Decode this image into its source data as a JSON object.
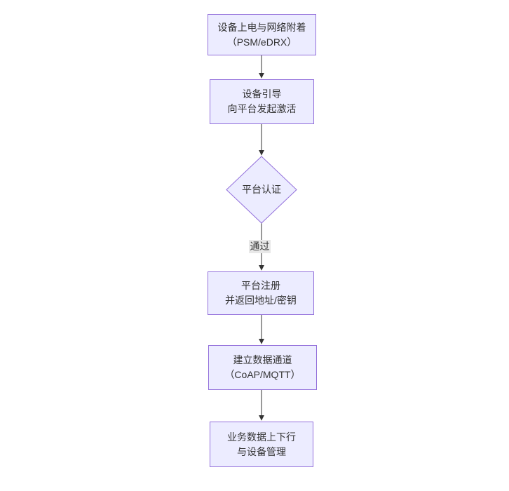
{
  "theme": {
    "background": "#ffffff",
    "node-fill": "#ECECFF",
    "node-border": "#9370DB",
    "edge-color": "#333333",
    "text-color": "#333333",
    "edge-label-bg": "#e8e8e8"
  },
  "flowchart": {
    "type": "flowchart-top-down",
    "nodes": {
      "power_attach": {
        "shape": "rect",
        "line1": "设备上电与网络附着",
        "line2": "（PSM/eDRX）"
      },
      "bootstrap": {
        "shape": "rect",
        "line1": "设备引导",
        "line2": "向平台发起激活"
      },
      "auth": {
        "shape": "diamond",
        "label": "平台认证"
      },
      "register": {
        "shape": "rect",
        "line1": "平台注册",
        "line2": "并返回地址/密钥"
      },
      "channel": {
        "shape": "rect",
        "line1": "建立数据通道",
        "line2": "（CoAP/MQTT）"
      },
      "business": {
        "shape": "rect",
        "line1": "业务数据上下行",
        "line2": "与设备管理"
      }
    },
    "edges": [
      {
        "from": "power_attach",
        "to": "bootstrap",
        "label": ""
      },
      {
        "from": "bootstrap",
        "to": "auth",
        "label": ""
      },
      {
        "from": "auth",
        "to": "register",
        "label": "通过"
      },
      {
        "from": "register",
        "to": "channel",
        "label": ""
      },
      {
        "from": "channel",
        "to": "business",
        "label": ""
      }
    ]
  }
}
